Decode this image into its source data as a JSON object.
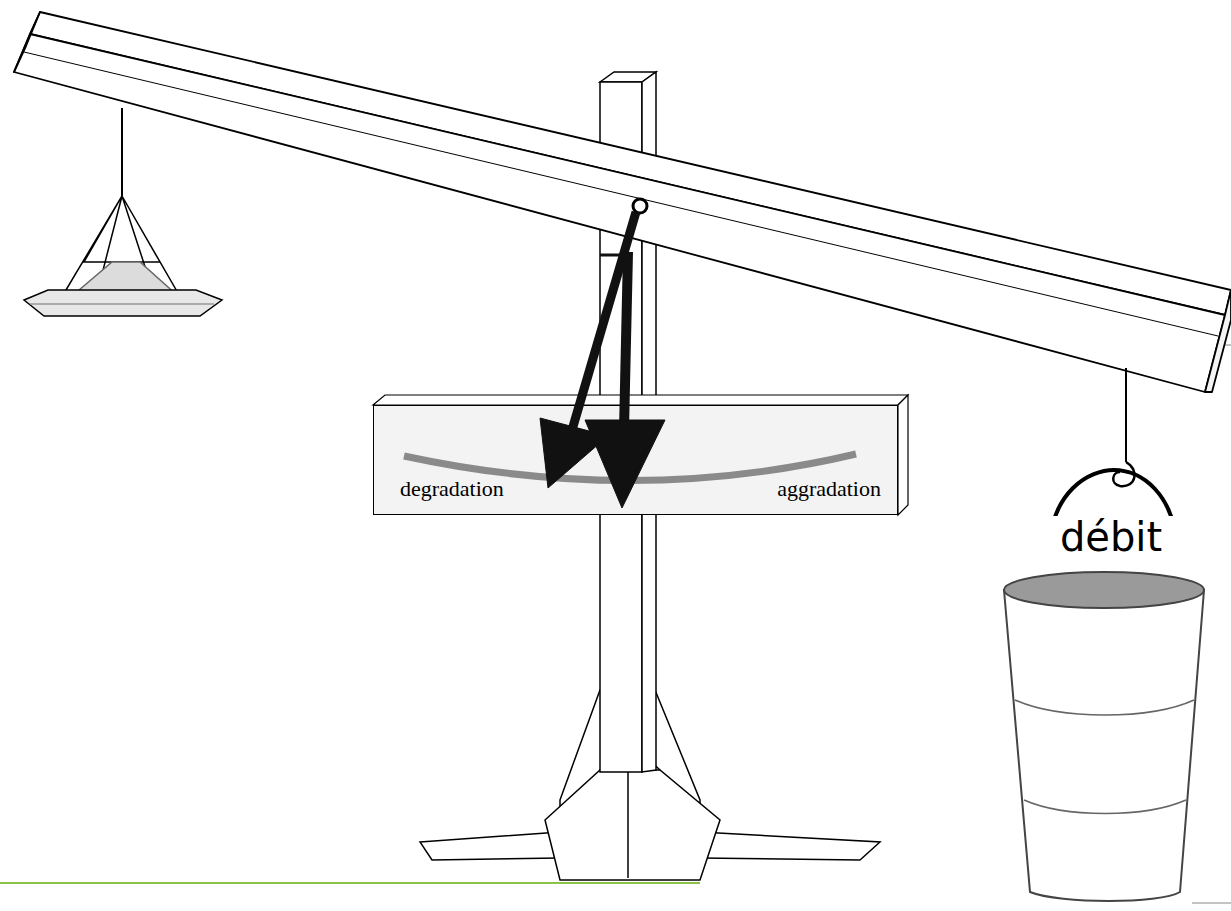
{
  "diagram": {
    "nodes": [
      {
        "text": [
          "degradation",
          "aggradation"
        ]
      }
    ],
    "labels": [
      "débit"
    ]
  }
}
